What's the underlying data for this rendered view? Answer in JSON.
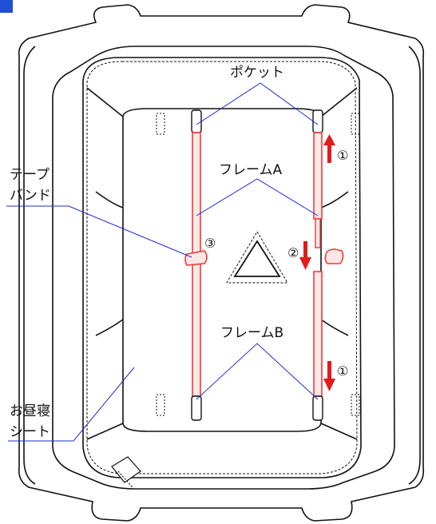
{
  "labels": {
    "pocket": "ポケット",
    "frame_a": "フレームA",
    "frame_b": "フレームB",
    "tape_band_line1": "テープ",
    "tape_band_line2": "バンド",
    "nap_sheet_line1": "お昼寝",
    "nap_sheet_line2": "シート"
  },
  "steps": {
    "step1": "①",
    "step2": "②",
    "step3": "③"
  },
  "icons": {
    "corner_badge": "blue-square-icon",
    "caution": "caution-triangle-icon",
    "arrow_up": "red-up-arrow-icon",
    "arrow_down": "red-down-arrow-icon"
  },
  "colors": {
    "frame_rod": "#f03a3a",
    "rod_fill": "#fde8e6",
    "leader_line": "#1d2bd6",
    "arrow": "#e21b1b",
    "badge": "#1e4fd6",
    "outline": "#111111"
  }
}
